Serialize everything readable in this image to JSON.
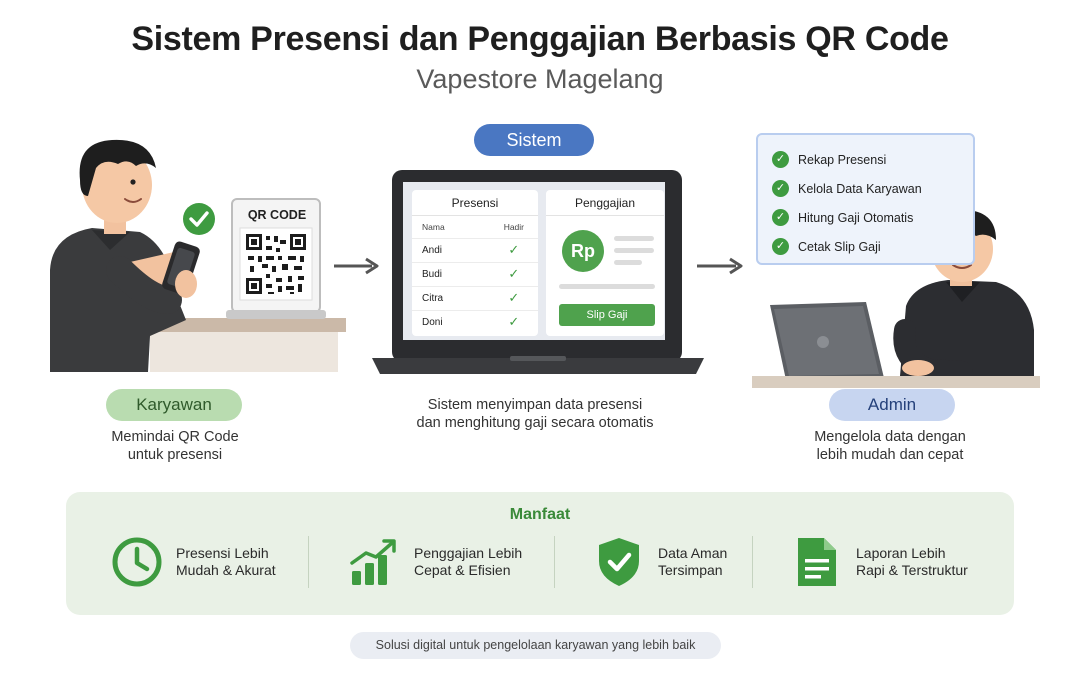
{
  "header": {
    "title": "Sistem Presensi dan Penggajian Berbasis QR Code",
    "subtitle": "Vapestore Magelang"
  },
  "karyawan": {
    "qr_label": "QR CODE",
    "role_label": "Karyawan",
    "caption_line1": "Memindai QR Code",
    "caption_line2": "untuk presensi"
  },
  "sistem": {
    "role_label": "Sistem",
    "presensi_panel": {
      "title": "Presensi",
      "col_name": "Nama",
      "col_hadir": "Hadir",
      "rows": [
        {
          "nama": "Andi",
          "hadir": "✓"
        },
        {
          "nama": "Budi",
          "hadir": "✓"
        },
        {
          "nama": "Citra",
          "hadir": "✓"
        },
        {
          "nama": "Doni",
          "hadir": "✓"
        }
      ]
    },
    "gaji_panel": {
      "title": "Penggajian",
      "currency_badge": "Rp",
      "button_label": "Slip Gaji"
    },
    "caption_line1": "Sistem menyimpan data presensi",
    "caption_line2": "dan menghitung gaji secara otomatis"
  },
  "admin": {
    "role_label": "Admin",
    "checklist": [
      "Rekap Presensi",
      "Kelola Data Karyawan",
      "Hitung Gaji Otomatis",
      "Cetak Slip Gaji"
    ],
    "caption_line1": "Mengelola data dengan",
    "caption_line2": "lebih mudah dan cepat"
  },
  "manfaat": {
    "title": "Manfaat",
    "items": [
      {
        "line1": "Presensi Lebih",
        "line2": "Mudah & Akurat",
        "icon": "clock-icon"
      },
      {
        "line1": "Penggajian Lebih",
        "line2": "Cepat & Efisien",
        "icon": "growth-chart-icon"
      },
      {
        "line1": "Data Aman",
        "line2": "Tersimpan",
        "icon": "shield-check-icon"
      },
      {
        "line1": "Laporan Lebih",
        "line2": "Rapi & Terstruktur",
        "icon": "document-icon"
      }
    ]
  },
  "footer": {
    "text": "Solusi digital untuk pengelolaan karyawan yang lebih baik"
  },
  "colors": {
    "primary_blue": "#4a77c2",
    "green": "#3e9b40",
    "benefit_bg": "#e9f1e6"
  }
}
